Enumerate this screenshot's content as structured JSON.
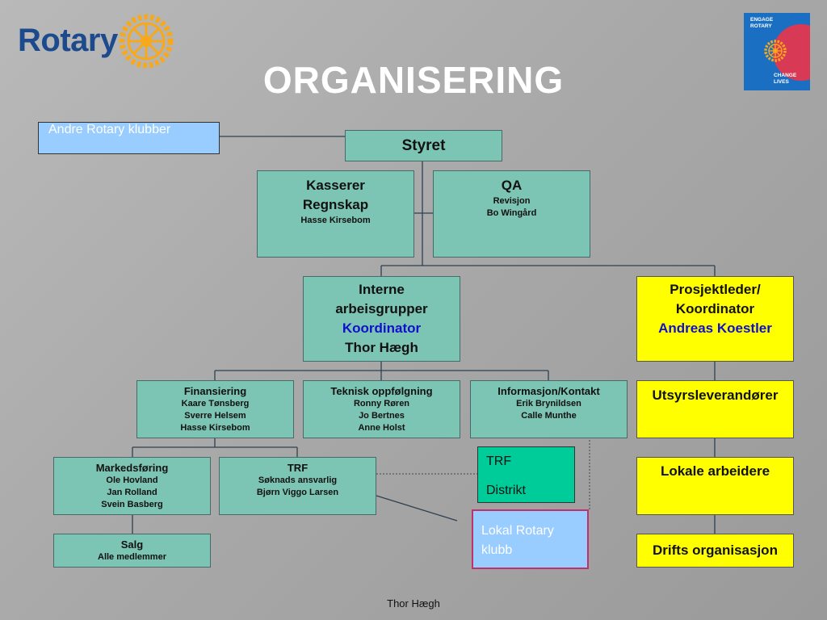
{
  "header": {
    "brand": "Rotary",
    "title": "ORGANISERING",
    "badge_top": "ENGAGE\nROTARY",
    "badge_bottom": "CHANGE\nLIVES"
  },
  "colors": {
    "teal": "#7cc4b3",
    "yellow": "#ffff00",
    "light_blue": "#99ccff",
    "green": "#00cc99",
    "magenta_border": "#c0306a",
    "rotary_blue": "#1d4a8c",
    "rotary_gold": "#f7a81b"
  },
  "icons": {
    "brand_logo": "rotary-wheel-icon",
    "badge_logo": "rotary-wheel-icon"
  },
  "andre": "Andre Rotary klubber",
  "styret": "Styret",
  "kasserer": {
    "l1": "Kasserer",
    "l2": "Regnskap",
    "l3": "Hasse Kirsebom"
  },
  "qa": {
    "l1": "QA",
    "l2": "Revisjon",
    "l3": "Bo Wingård"
  },
  "interne": {
    "l1": "Interne",
    "l2": "arbeisgrupper",
    "l3": "Koordinator",
    "l4": "Thor Hægh"
  },
  "prosjekt": {
    "l1": "Prosjektleder/",
    "l2": "Koordinator",
    "l3": "Andreas Koestler"
  },
  "finansiering": {
    "title": "Finansiering",
    "p1": "Kaare Tønsberg",
    "p2": "Sverre Helsem",
    "p3": "Hasse Kirsebom"
  },
  "teknisk": {
    "title": "Teknisk oppfølgning",
    "p1": "Ronny Røren",
    "p2": "Jo Bertnes",
    "p3": "Anne Holst"
  },
  "informasjon": {
    "title": "Informasjon/Kontakt",
    "p1": "Erik Brynildsen",
    "p2": "Calle Munthe"
  },
  "utsyr": "Utsyrsleverandører",
  "lokale": "Lokale arbeidere",
  "drifts": "Drifts organisasjon",
  "markedsforing": {
    "title": "Markedsføring",
    "p1": "Ole Hovland",
    "p2": "Jan Rolland",
    "p3": "Svein Basberg"
  },
  "trf": {
    "title": "TRF",
    "p1": "Søknads ansvarlig",
    "p2": "Bjørn Viggo Larsen"
  },
  "trf_distrikt": {
    "l1": "TRF",
    "l2": "Distrikt"
  },
  "lokal_klubb": "Lokal Rotary klubb",
  "salg": {
    "title": "Salg",
    "p1": "Alle medlemmer"
  },
  "footer": "Thor Hægh"
}
